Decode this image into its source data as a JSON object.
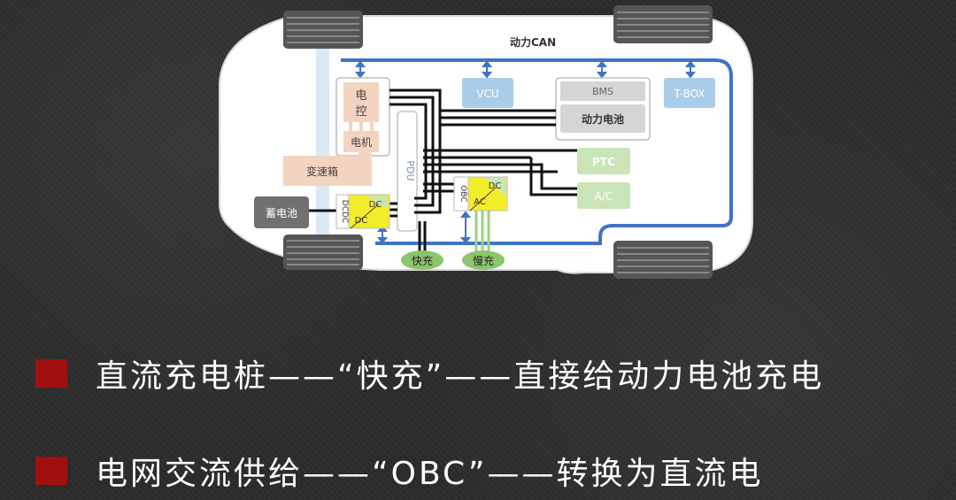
{
  "diagram": {
    "can_label": "动力CAN",
    "vcu": "VCU",
    "bms": "BMS",
    "battery": "动力电池",
    "tbox": "T-BOX",
    "motor_ctrl_1": "电",
    "motor_ctrl_2": "控",
    "motor": "电机",
    "gearbox": "变速箱",
    "pdu": "PDU",
    "ptc": "PTC",
    "ac_unit": "A/C",
    "aux_battery": "蓄电池",
    "dcdc_side": "DCDC",
    "dcdc_top": "DC",
    "dcdc_bottom": "DC",
    "obc_side": "OBC",
    "obc_top": "DC",
    "obc_bottom": "AC",
    "fast_charge": "快充",
    "slow_charge": "慢充"
  },
  "bullets": [
    "直流充电桩——“快充”——直接给动力电池充电",
    "电网交流供给——“OBC”——转换为直流电"
  ],
  "colors": {
    "accent_red": "#a01010",
    "can_blue": "#3f74c4",
    "ecu_blue": "#a9cde9",
    "green": "#c9e5b8",
    "yellow": "#f3ec2a",
    "orange": "#f3d4c0"
  }
}
